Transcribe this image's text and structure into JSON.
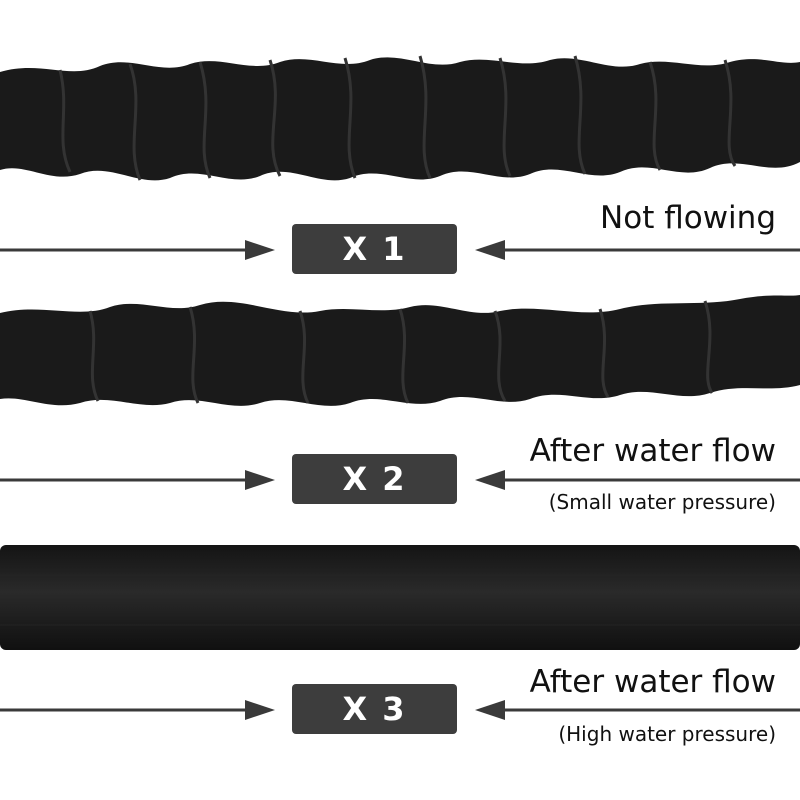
{
  "colors": {
    "hose": "#1a1a1a",
    "hose_fold_highlight": "#333333",
    "badge_bg": "#3d3d3d",
    "badge_text": "#ffffff",
    "arrow": "#3a3a3a",
    "background": "#ffffff"
  },
  "stages": [
    {
      "multiplier": "X 1",
      "caption": "Not flowing",
      "note": ""
    },
    {
      "multiplier": "X 2",
      "caption": "After water flow",
      "note": "(Small water pressure)"
    },
    {
      "multiplier": "X 3",
      "caption": "After water flow",
      "note": "(High water pressure)"
    }
  ],
  "icons": {
    "left_arrow": "arrow-right-icon",
    "right_arrow": "arrow-left-icon"
  }
}
